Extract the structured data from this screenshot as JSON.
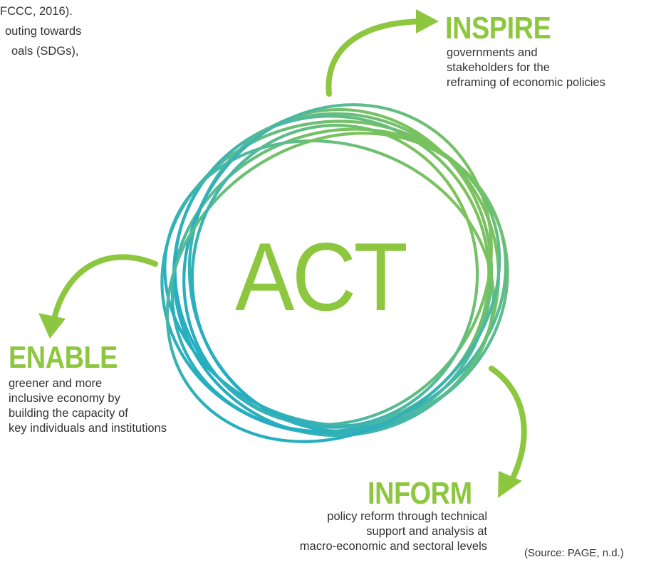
{
  "background_text": [
    "FCCC, 2016).",
    "outing towards",
    "oals (SDGs),"
  ],
  "center": {
    "label": "ACT"
  },
  "nodes": {
    "inspire": {
      "heading": "INSPIRE",
      "lines": [
        "governments and",
        "stakeholders for the",
        "reframing of economic policies"
      ]
    },
    "enable": {
      "heading": "ENABLE",
      "lines": [
        "greener and more",
        "inclusive economy by",
        "building the capacity of",
        "key individuals and institutions"
      ]
    },
    "inform": {
      "heading": "INFORM",
      "lines": [
        "policy reform through technical",
        "support and analysis at",
        "macro-economic and sectoral levels"
      ]
    }
  },
  "source": "(Source: PAGE, n.d.)",
  "colors": {
    "accent_green": "#8dc63f",
    "ring_teal": "#1ba9c9",
    "ring_green": "#8dc63f",
    "text": "#333333"
  }
}
